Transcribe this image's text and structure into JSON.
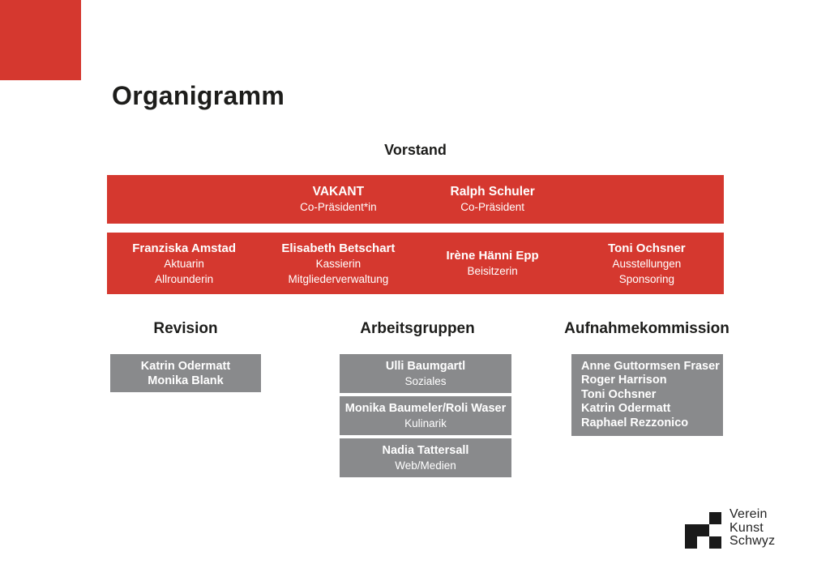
{
  "page": {
    "title": "Organigramm"
  },
  "colors": {
    "red": "#d5382f",
    "gray": "#898a8c",
    "dark": "#1d1d1b"
  },
  "vorstand": {
    "heading": "Vorstand",
    "row1": [
      {
        "name": "VAKANT",
        "role": "Co-Präsident*in"
      },
      {
        "name": "Ralph Schuler",
        "role": "Co-Präsident"
      }
    ],
    "row2": [
      {
        "name": "Franziska Amstad",
        "roles": [
          "Aktuarin",
          "Allrounderin"
        ]
      },
      {
        "name": "Elisabeth Betschart",
        "roles": [
          "Kassierin",
          "Mitgliederverwaltung"
        ]
      },
      {
        "name": "Irène Hänni Epp",
        "roles": [
          "Beisitzerin"
        ]
      },
      {
        "name": "Toni Ochsner",
        "roles": [
          "Ausstellungen",
          "Sponsoring"
        ]
      }
    ]
  },
  "revision": {
    "heading": "Revision",
    "members": [
      "Katrin Odermatt",
      "Monika Blank"
    ]
  },
  "arbeitsgruppen": {
    "heading": "Arbeitsgruppen",
    "groups": [
      {
        "name": "Ulli Baumgartl",
        "role": "Soziales"
      },
      {
        "name": "Monika Baumeler/Roli Waser",
        "role": "Kulinarik"
      },
      {
        "name": "Nadia Tattersall",
        "role": "Web/Medien"
      }
    ]
  },
  "aufnahmekommission": {
    "heading": "Aufnahmekommission",
    "members": [
      "Anne Guttormsen Fraser",
      "Roger Harrison",
      "Toni Ochsner",
      "Katrin Odermatt",
      "Raphael Rezzonico"
    ]
  },
  "logo": {
    "lines": [
      "Verein",
      "Kunst",
      "Schwyz"
    ]
  }
}
